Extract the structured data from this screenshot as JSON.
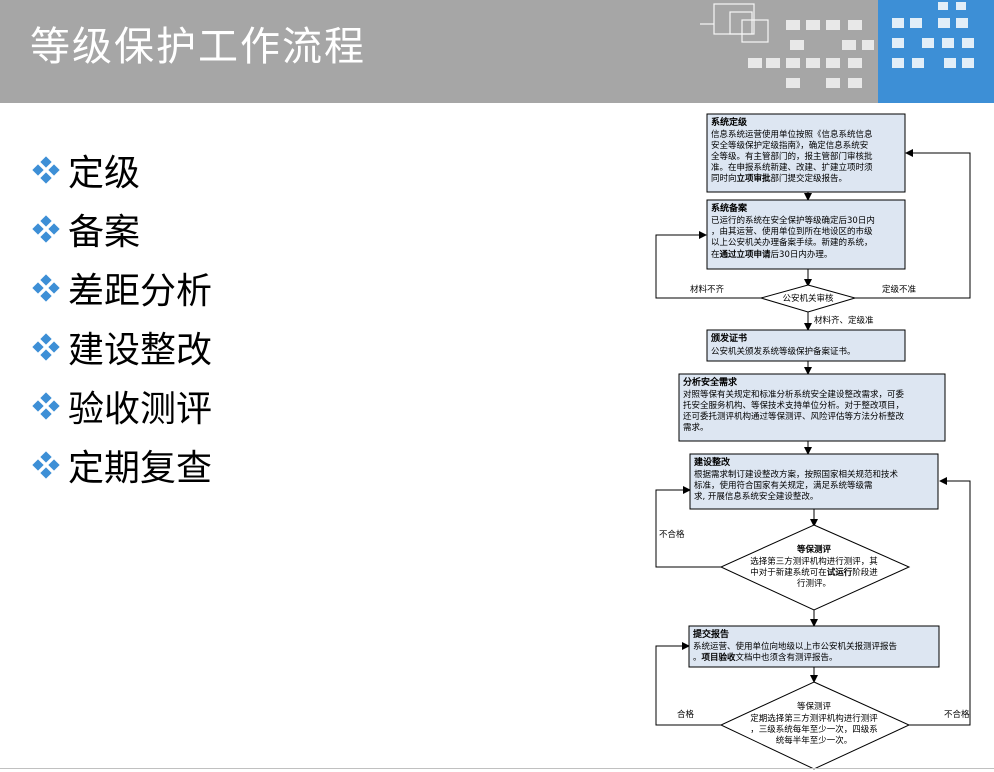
{
  "title": "等级保护工作流程",
  "bullets": [
    "定级",
    "备案",
    "差距分析",
    "建设整改",
    "验收测评",
    "定期复查"
  ],
  "colors": {
    "header_bg": "#a6a6a6",
    "accent_blue": "#3d8fd6",
    "box_fill": "#dde6f2",
    "box_border": "#000000"
  },
  "flow": {
    "grading": {
      "title": "系统定级",
      "lines": [
        "信息系统运营使用单位按照《信息系统信息",
        "安全等级保护定级指南》，确定信息系统安",
        "全等级。有主管部门的，报主管部门审核批",
        "准。在申报系统新建、改建、扩建立项时须"
      ],
      "last_pre": "同时向",
      "last_bold": "立项审批",
      "last_post": "部门提交定级报告。"
    },
    "filing": {
      "title": "系统备案",
      "lines": [
        "已运行的系统在安全保护等级确定后30日内",
        "，由其运营、使用单位到所在地设区的市级",
        "以上公安机关办理备案手续。新建的系统，"
      ],
      "last_pre": "在",
      "last_bold": "通过立项申请",
      "last_post": "后30日内办理。"
    },
    "police_review": "公安机关审核",
    "label_incomplete": "材料不齐",
    "label_grade_reject": "定级不准",
    "label_approved": "材料齐、定级准",
    "certificate": {
      "title": "颁发证书",
      "lines": [
        "公安机关颁发系统等级保护备案证书。"
      ]
    },
    "analysis": {
      "title": "分析安全需求",
      "lines": [
        "对照等保有关规定和标准分析系统安全建设整改需求，可委",
        "托安全服务机构、等保技术支持单位分析。对于整改项目，",
        "还可委托测评机构通过等保测评、风险评估等方法分析整改",
        "需求。"
      ]
    },
    "rectify": {
      "title": "建设整改",
      "lines": [
        "根据需求制订建设整改方案，按照国家相关规范和技术",
        "标准，使用符合国家有关规定，满足系统等级需",
        "求, 开展信息系统安全建设整改。"
      ]
    },
    "assessment": {
      "title": "等保测评",
      "line1": "选择第三方测评机构进行测评，其",
      "line2_pre": "中对于新建系统可在",
      "line2_bold": "试运行",
      "line2_post": "阶段进",
      "line3": "行测评。"
    },
    "label_fail_1": "不合格",
    "report": {
      "title": "提交报告",
      "line1": "系统运营、使用单位向地级以上市公安机关报测评报告",
      "line2_pre": "。",
      "line2_bold": "项目验收",
      "line2_post": "文档中也须含有测评报告。"
    },
    "periodic": {
      "title": "等保测评",
      "lines": [
        "定期选择第三方测评机构进行测评",
        "，三级系统每年至少一次，四级系",
        "统每半年至少一次。"
      ]
    },
    "label_pass": "合格",
    "label_fail_2": "不合格"
  }
}
